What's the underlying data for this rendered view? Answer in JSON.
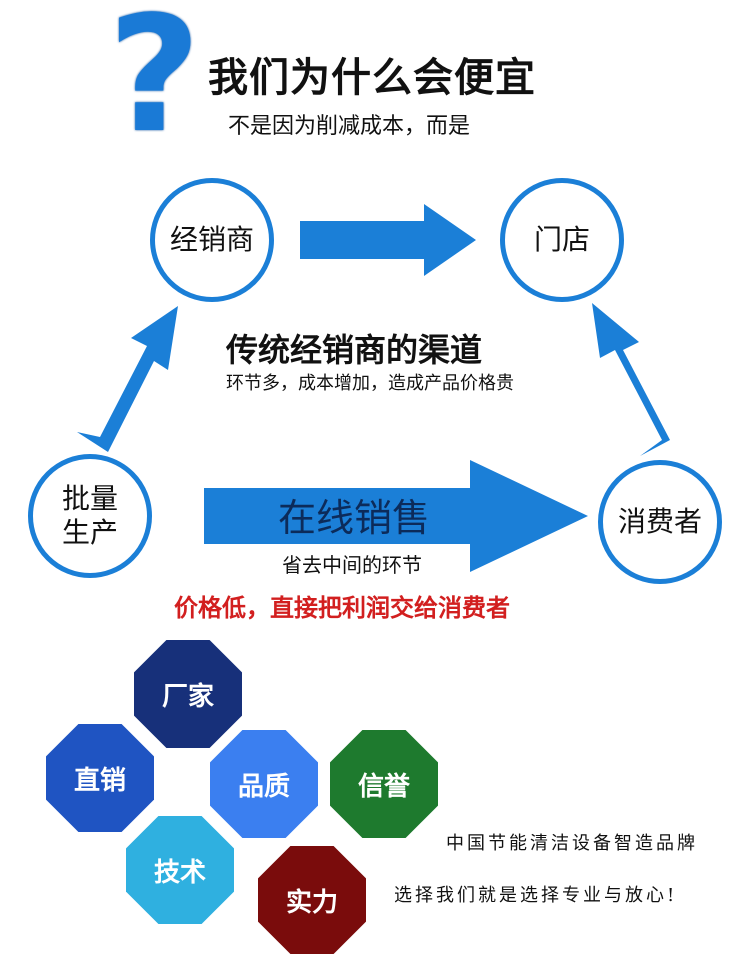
{
  "header": {
    "question_mark": "?",
    "title": "我们为什么会便宜",
    "subtitle": "不是因为削减成本，而是"
  },
  "nodes": {
    "distributor": "经销商",
    "store": "门店",
    "factory_line1": "批量",
    "factory_line2": "生产",
    "consumer": "消费者"
  },
  "traditional": {
    "title": "传统经销商的渠道",
    "subtitle": "环节多，成本增加，造成产品价格贵"
  },
  "online": {
    "title": "在线销售",
    "subtitle": "省去中间的环节"
  },
  "slogan": "价格低，直接把利润交给消费者",
  "badges": {
    "factory": "厂家",
    "direct": "直销",
    "quality": "品质",
    "credit": "信誉",
    "tech": "技术",
    "strength": "实力"
  },
  "brand": {
    "line1": "中国节能清洁设备智造品牌",
    "line2": "选择我们就是选择专业与放心!"
  },
  "colors": {
    "accent_blue": "#1b7fd7",
    "slogan_red": "#d21f1f"
  }
}
